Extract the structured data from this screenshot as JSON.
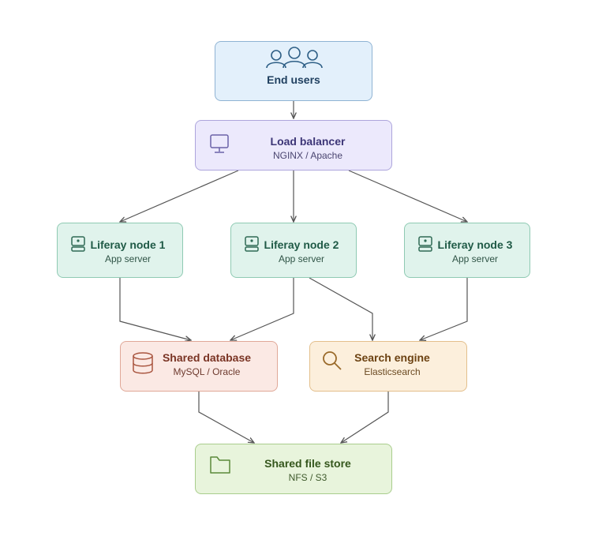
{
  "nodes": {
    "end_users": {
      "title": "End users",
      "icon": "users-icon",
      "fill": "#e3f0fb",
      "stroke": "#8fb3d3",
      "text": "#1f3f5f"
    },
    "load_balancer": {
      "title": "Load balancer",
      "subtitle": "NGINX / Apache",
      "icon": "monitor-icon",
      "fill": "#ece9fc",
      "stroke": "#ada5dc",
      "text": "#3d3677"
    },
    "node1": {
      "title": "Liferay node 1",
      "subtitle": "App server",
      "icon": "server-icon",
      "fill": "#e0f3ec",
      "stroke": "#8fcab3",
      "text": "#1f5a46"
    },
    "node2": {
      "title": "Liferay node 2",
      "subtitle": "App server",
      "icon": "server-icon",
      "fill": "#e0f3ec",
      "stroke": "#8fcab3",
      "text": "#1f5a46"
    },
    "node3": {
      "title": "Liferay node 3",
      "subtitle": "App server",
      "icon": "server-icon",
      "fill": "#e0f3ec",
      "stroke": "#8fcab3",
      "text": "#1f5a46"
    },
    "database": {
      "title": "Shared database",
      "subtitle": "MySQL / Oracle",
      "icon": "database-icon",
      "fill": "#fbe9e4",
      "stroke": "#e0a898",
      "text": "#7a3424"
    },
    "search": {
      "title": "Search engine",
      "subtitle": "Elasticsearch",
      "icon": "search-icon",
      "fill": "#fcefdc",
      "stroke": "#e3bf8c",
      "text": "#6c4212"
    },
    "file_store": {
      "title": "Shared file store",
      "subtitle": "NFS / S3",
      "icon": "folder-icon",
      "fill": "#e8f4dc",
      "stroke": "#a9cd8c",
      "text": "#34561c"
    }
  },
  "edges": [
    {
      "from": "End users",
      "to": "Load balancer"
    },
    {
      "from": "Load balancer",
      "to": "Liferay node 1"
    },
    {
      "from": "Load balancer",
      "to": "Liferay node 2"
    },
    {
      "from": "Load balancer",
      "to": "Liferay node 3"
    },
    {
      "from": "Liferay node 1",
      "to": "Shared database"
    },
    {
      "from": "Liferay node 2",
      "to": "Shared database"
    },
    {
      "from": "Liferay node 2",
      "to": "Search engine"
    },
    {
      "from": "Liferay node 3",
      "to": "Search engine"
    },
    {
      "from": "Shared database",
      "to": "Shared file store"
    },
    {
      "from": "Search engine",
      "to": "Shared file store"
    }
  ],
  "edge_color": "#555555"
}
